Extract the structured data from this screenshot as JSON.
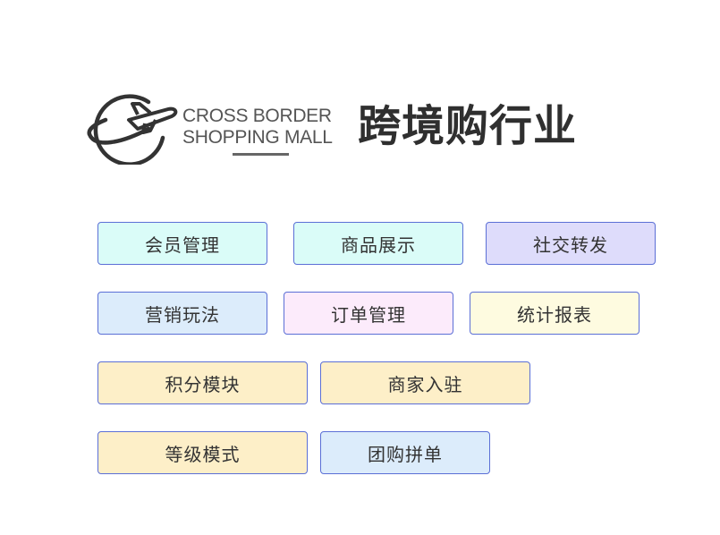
{
  "header": {
    "logo_line1": "CROSS BORDER",
    "logo_line2": "SHOPPING MALL",
    "title": "跨境购行业"
  },
  "colors": {
    "tag_border": "#5b6fd6",
    "cyan": "#dafcf8",
    "purple": "#dedcfb",
    "blue": "#dcecfb",
    "pink": "#fcebfb",
    "yellow": "#fefbe0",
    "orange": "#fdefc8"
  },
  "tags": {
    "member": "会员管理",
    "product": "商品展示",
    "social": "社交转发",
    "marketing": "营销玩法",
    "order": "订单管理",
    "report": "统计报表",
    "points": "积分模块",
    "merchant": "商家入驻",
    "level": "等级模式",
    "group": "团购拼单"
  },
  "icons": {
    "logo": "airplane-orbit-icon"
  }
}
